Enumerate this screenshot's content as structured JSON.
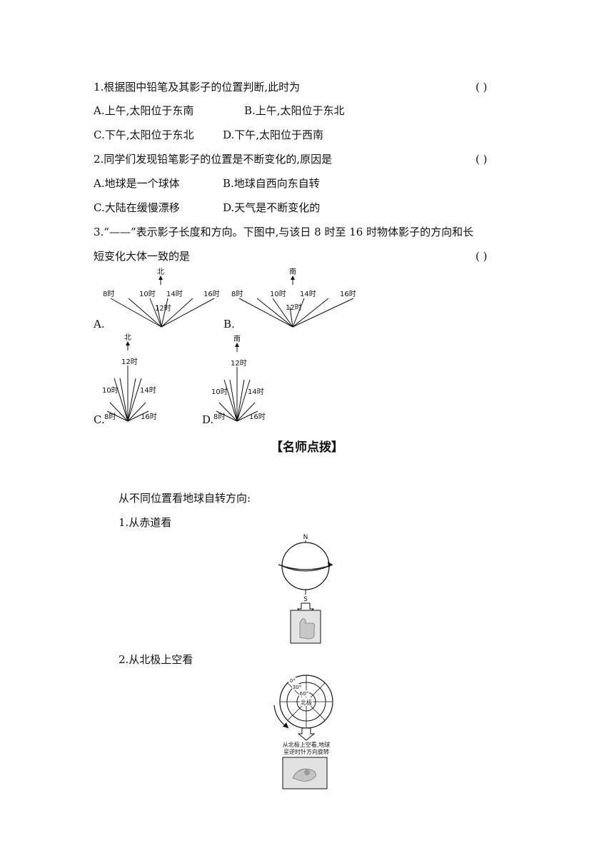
{
  "questions": [
    {
      "stem": "1.根据图中铅笔及其影子的位置判断,此时为",
      "paren": "(          )",
      "options": [
        "A.上午,太阳位于东南",
        "B.上午,太阳位于东北",
        "C.下午,太阳位于东北",
        "D.下午,太阳位于西南"
      ]
    },
    {
      "stem": "2.同学们发现铅笔影子的位置是不断变化的,原因是",
      "paren": "(          )",
      "options": [
        "A.地球是一个球体",
        "B.地球自西向东自转",
        "C.大陆在缓慢漂移",
        "D.天气是不断变化的"
      ]
    },
    {
      "stem_line1": "3.“——”表示影子长度和方向。下图中,与该日 8 时至 16 时物体影子的方向和长",
      "stem_line2": "短变化大体一致的是",
      "paren": "(          )"
    }
  ],
  "diagrams": {
    "A": {
      "letter": "A.",
      "dir": "北",
      "labels": [
        "8时",
        "10时",
        "12时",
        "14时",
        "16时"
      ]
    },
    "B": {
      "letter": "B.",
      "dir": "南",
      "labels": [
        "8时",
        "10时",
        "12时",
        "14时",
        "16时"
      ]
    },
    "C": {
      "letter": "C.",
      "dir": "北",
      "labels": [
        "8时",
        "10时",
        "12时",
        "14时",
        "16时"
      ]
    },
    "D": {
      "letter": "D.",
      "dir": "南",
      "labels": [
        "8时",
        "10时",
        "12时",
        "14时",
        "16时"
      ]
    }
  },
  "tips": {
    "heading": "【名师点拨】",
    "intro": "从不同位置看地球自转方向:",
    "item1": "1.从赤道看",
    "item2": "2.从北极上空看",
    "globe_n": "N",
    "globe_s": "S",
    "polar_0": "0°",
    "polar_30": "30°",
    "polar_60": "60°",
    "polar_center": "北极",
    "polar_caption_1": "从北极上空看,地球",
    "polar_caption_2": "呈逆时针方向旋转"
  }
}
